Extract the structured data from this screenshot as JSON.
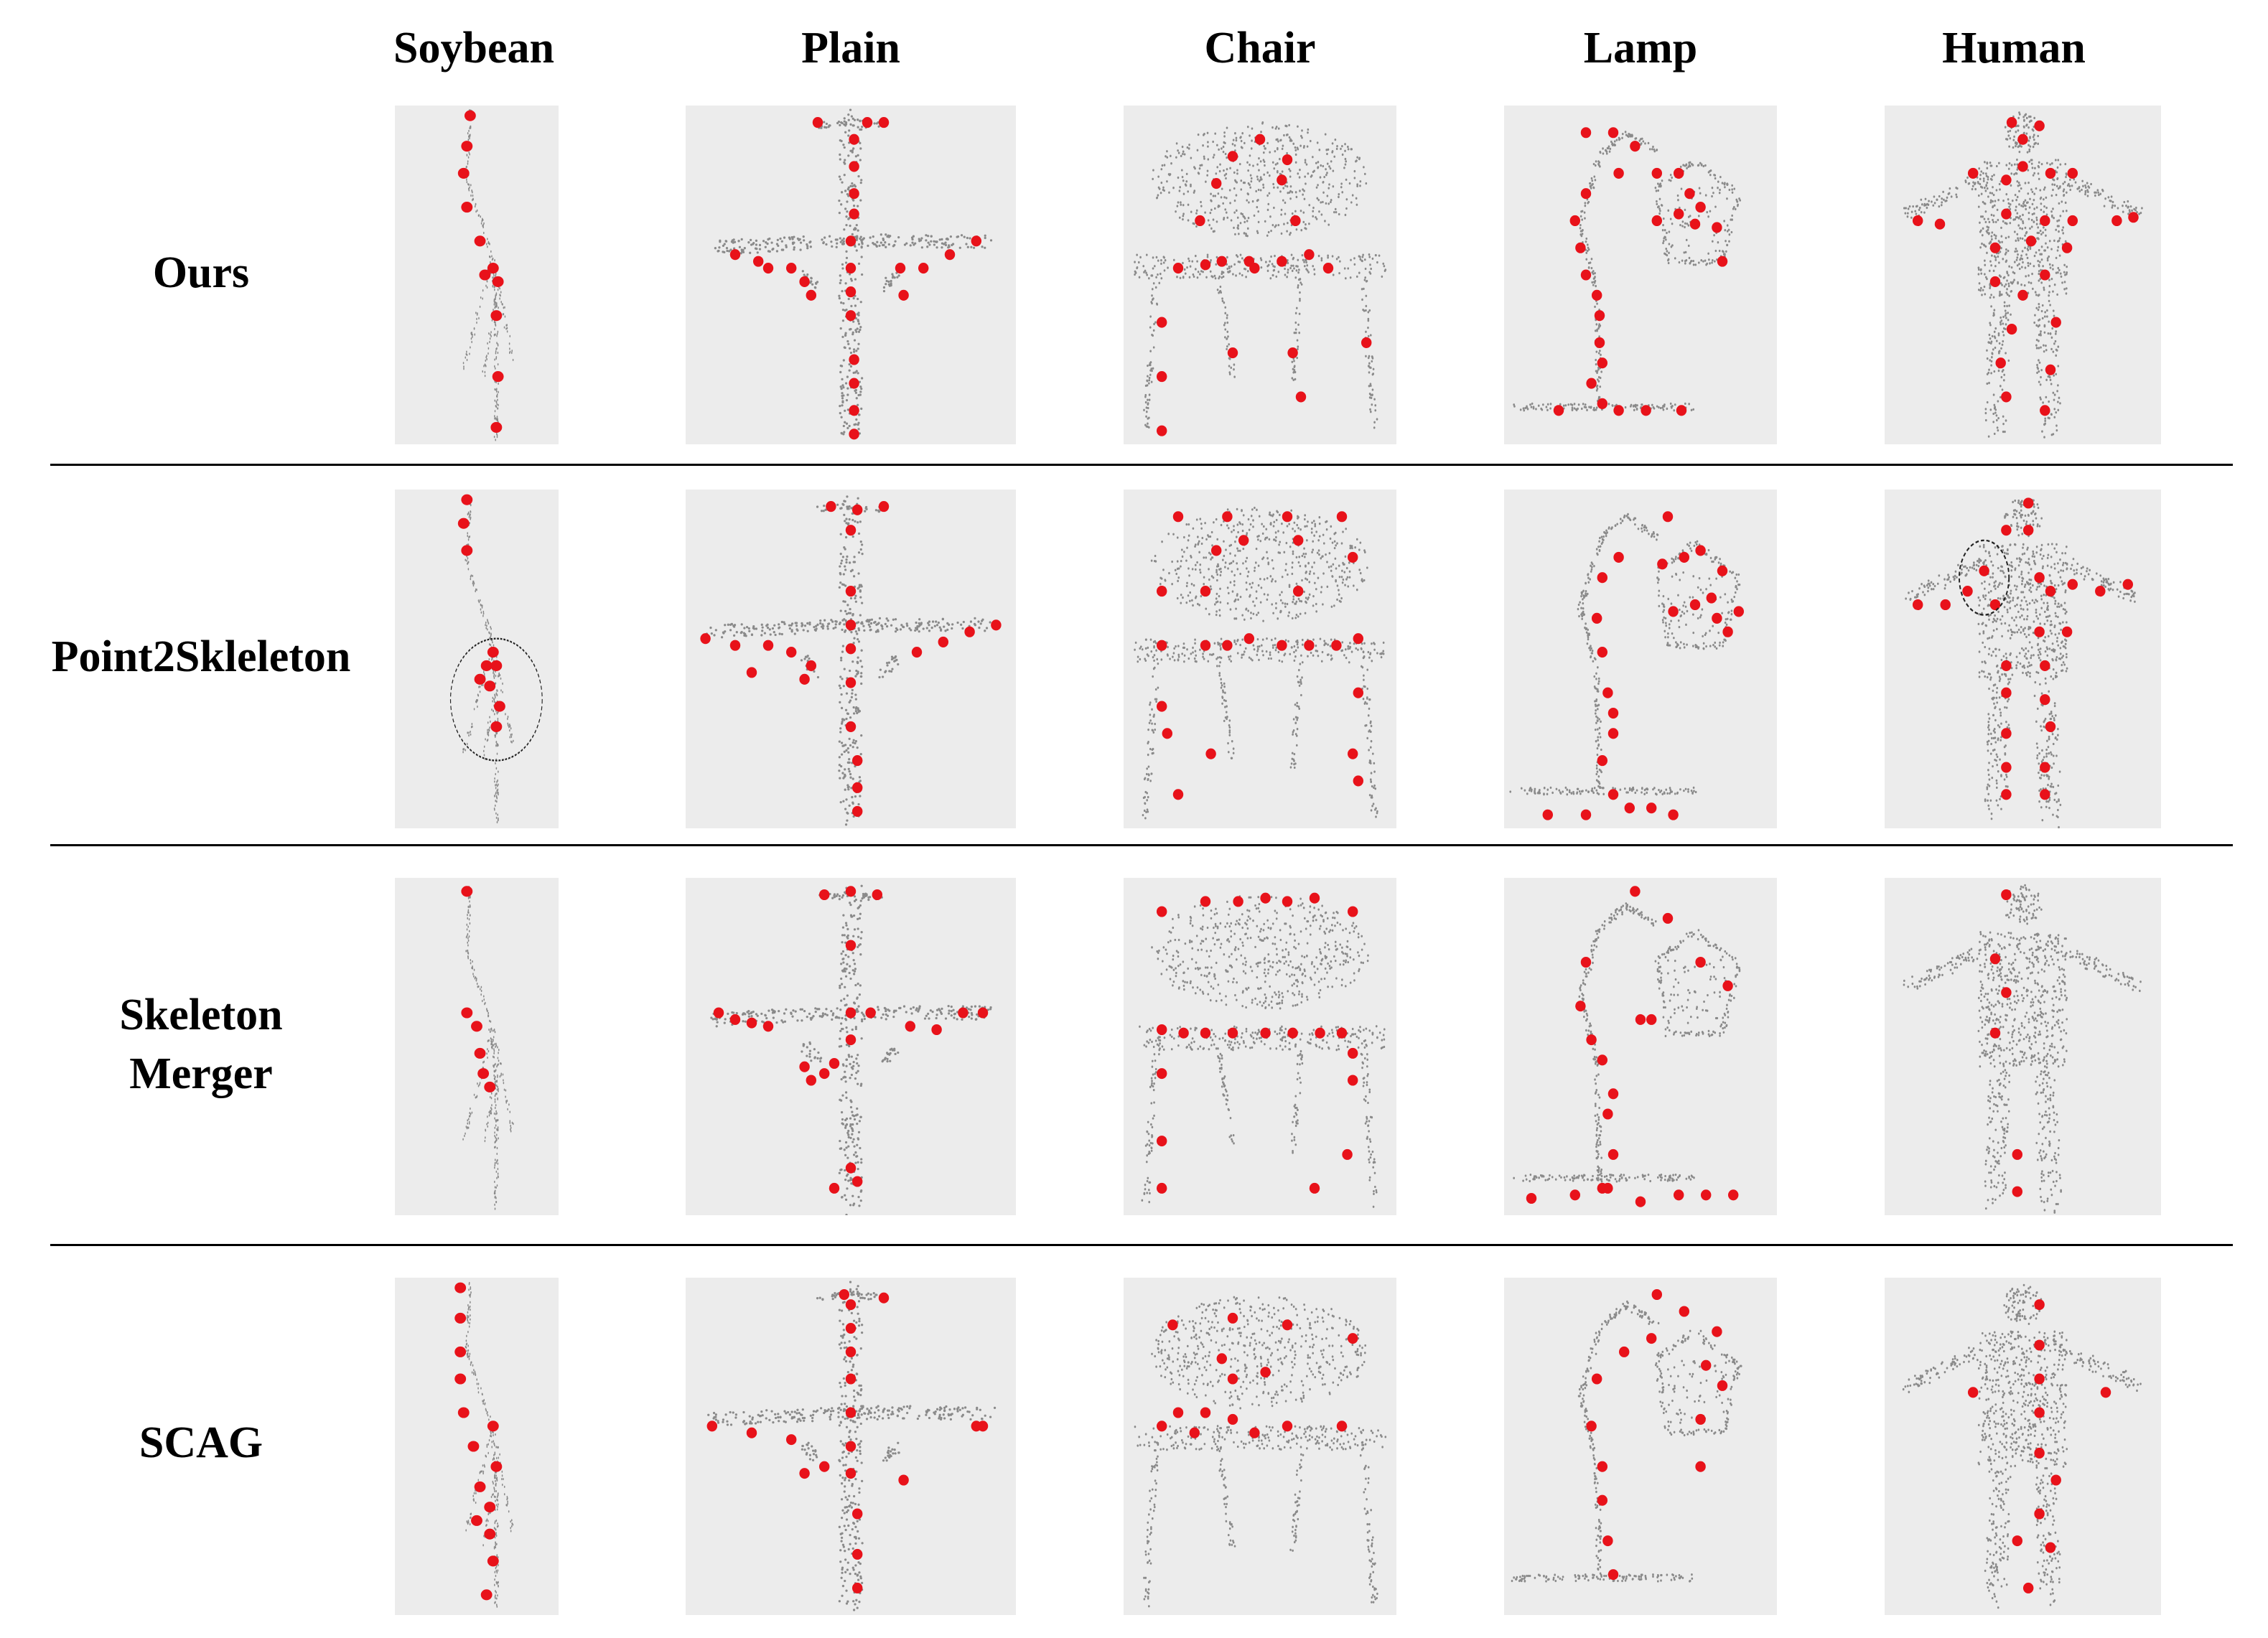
{
  "columns": [
    "Soybean",
    "Plain",
    "Chair",
    "Lamp",
    "Human"
  ],
  "rows": [
    {
      "label_lines": [
        "Ours"
      ]
    },
    {
      "label_lines": [
        "Point2Skleleton"
      ]
    },
    {
      "label_lines": [
        "Skeleton",
        "Merger"
      ]
    },
    {
      "label_lines": [
        "SCAG"
      ]
    }
  ],
  "colors": {
    "keypoint": "#e8121a",
    "point_cloud": "#8a8a8a",
    "tile_background": "#ececec",
    "highlight_ellipse": "#222222"
  },
  "icons": [
    "point-cloud-figure",
    "keypoint-dot",
    "dashed-ellipse"
  ]
}
